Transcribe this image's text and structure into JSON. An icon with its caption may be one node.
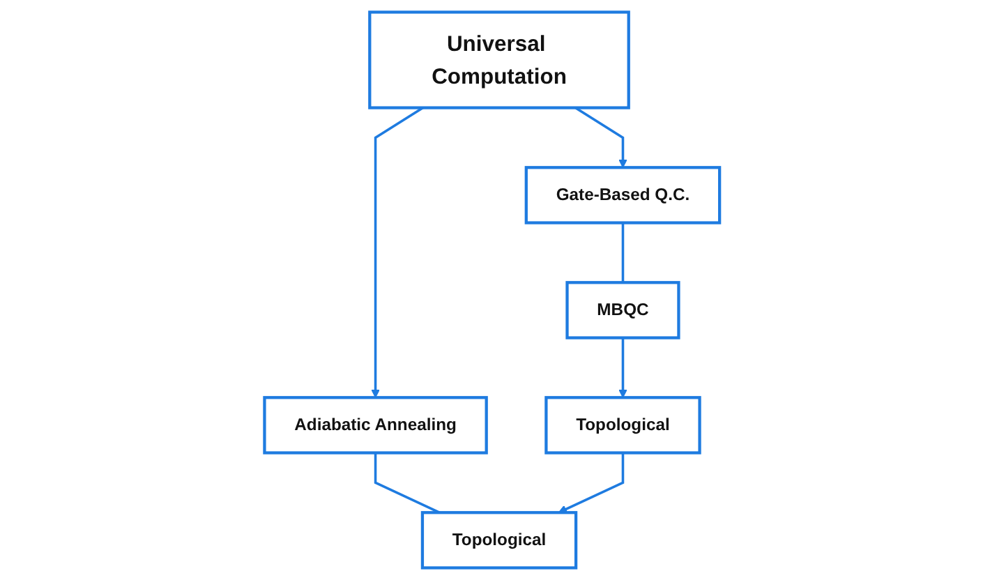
{
  "diagram": {
    "nodes": [
      {
        "text": [
          "Universal Computation"
        ]
      },
      {
        "text": [
          "Gate-Based Q.C."
        ]
      },
      {
        "text": [
          "Adiabatic Annealing"
        ]
      },
      {
        "text": [
          "MBQC"
        ]
      },
      {
        "text": [
          "Topological"
        ]
      },
      {
        "text": [
          "Topological"
        ]
      }
    ],
    "edges": [
      {
        "from": 0,
        "to": 1,
        "arrow": "to"
      },
      {
        "from": 0,
        "to": 2,
        "arrow": "to"
      },
      {
        "from": 1,
        "to": 3,
        "arrow": "none"
      },
      {
        "from": 2,
        "to": 5,
        "arrow": "none"
      },
      {
        "from": 3,
        "to": 4,
        "arrow": "to"
      },
      {
        "from": 4,
        "to": 5,
        "arrow": "to"
      }
    ]
  }
}
